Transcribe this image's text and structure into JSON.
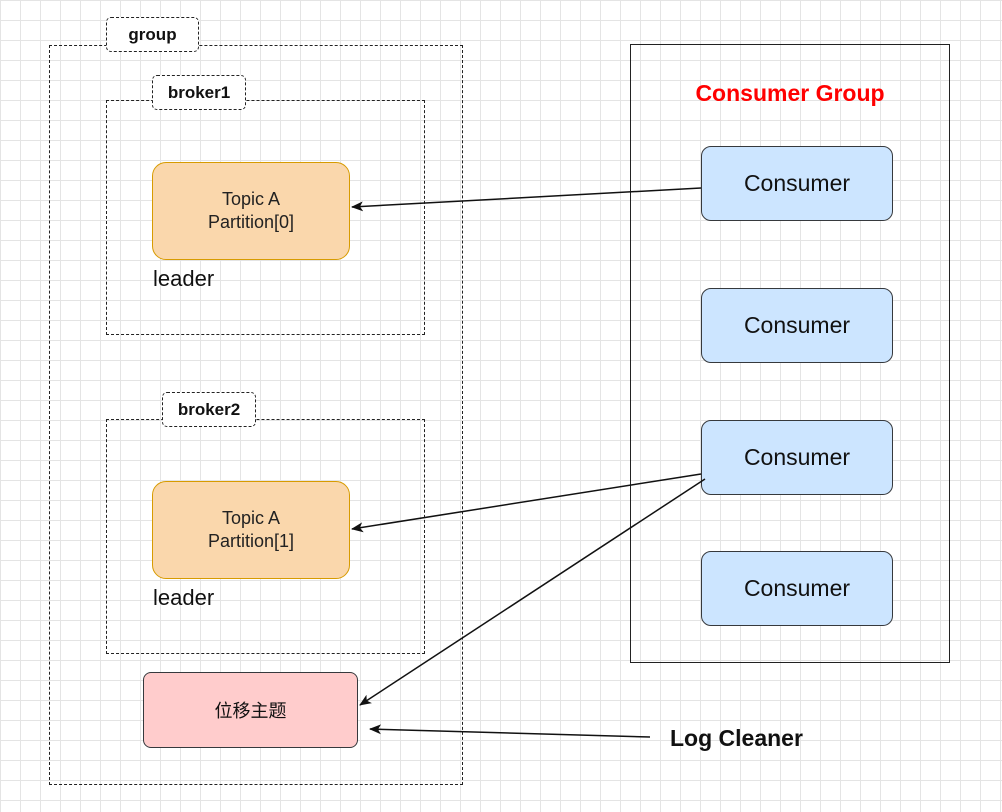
{
  "group": {
    "label": "group"
  },
  "brokers": [
    {
      "label": "broker1",
      "partition": {
        "line1": "Topic A",
        "line2": "Partition[0]"
      },
      "role": "leader"
    },
    {
      "label": "broker2",
      "partition": {
        "line1": "Topic A",
        "line2": "Partition[1]"
      },
      "role": "leader"
    }
  ],
  "offset_topic": {
    "label": "位移主题"
  },
  "consumer_group": {
    "title": "Consumer Group",
    "consumers": [
      "Consumer",
      "Consumer",
      "Consumer",
      "Consumer"
    ]
  },
  "log_cleaner": {
    "label": "Log Cleaner"
  },
  "colors": {
    "partition_fill": "#fad7ac",
    "partition_stroke": "#d79b00",
    "consumer_fill": "#cce5ff",
    "offset_topic_fill": "#ffcccc",
    "consumer_group_title": "#ff0000"
  }
}
